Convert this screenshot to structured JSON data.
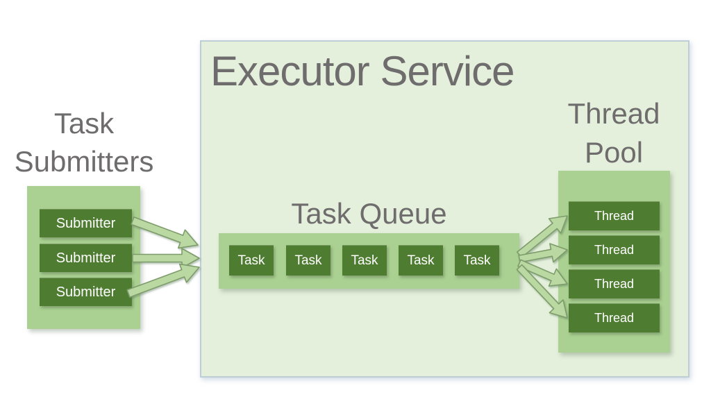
{
  "executor": {
    "title": "Executor Service"
  },
  "task_submitters": {
    "label": "Task Submitters",
    "items": [
      "Submitter",
      "Submitter",
      "Submitter"
    ]
  },
  "task_queue": {
    "label": "Task Queue",
    "items": [
      "Task",
      "Task",
      "Task",
      "Task",
      "Task"
    ]
  },
  "thread_pool": {
    "label": "Thread Pool",
    "items": [
      "Thread",
      "Thread",
      "Thread",
      "Thread"
    ]
  },
  "edges": [
    {
      "from": "submitter-1",
      "to": "task-queue"
    },
    {
      "from": "submitter-2",
      "to": "task-queue"
    },
    {
      "from": "submitter-3",
      "to": "task-queue"
    },
    {
      "from": "task-queue",
      "to": "thread-1"
    },
    {
      "from": "task-queue",
      "to": "thread-2"
    },
    {
      "from": "task-queue",
      "to": "thread-3"
    },
    {
      "from": "task-queue",
      "to": "thread-4"
    }
  ],
  "colors": {
    "canvas-bg": "#ffffff",
    "panel-bg": "#e4f0db",
    "panel-border": "#bfcdd6",
    "container-green": "#abd192",
    "node-green": "#4e7c31",
    "node-text": "#ffffff",
    "label-gray": "#6e6c6c",
    "arrow-fill": "#b9d8a2",
    "arrow-stroke": "#7d9c6a"
  }
}
